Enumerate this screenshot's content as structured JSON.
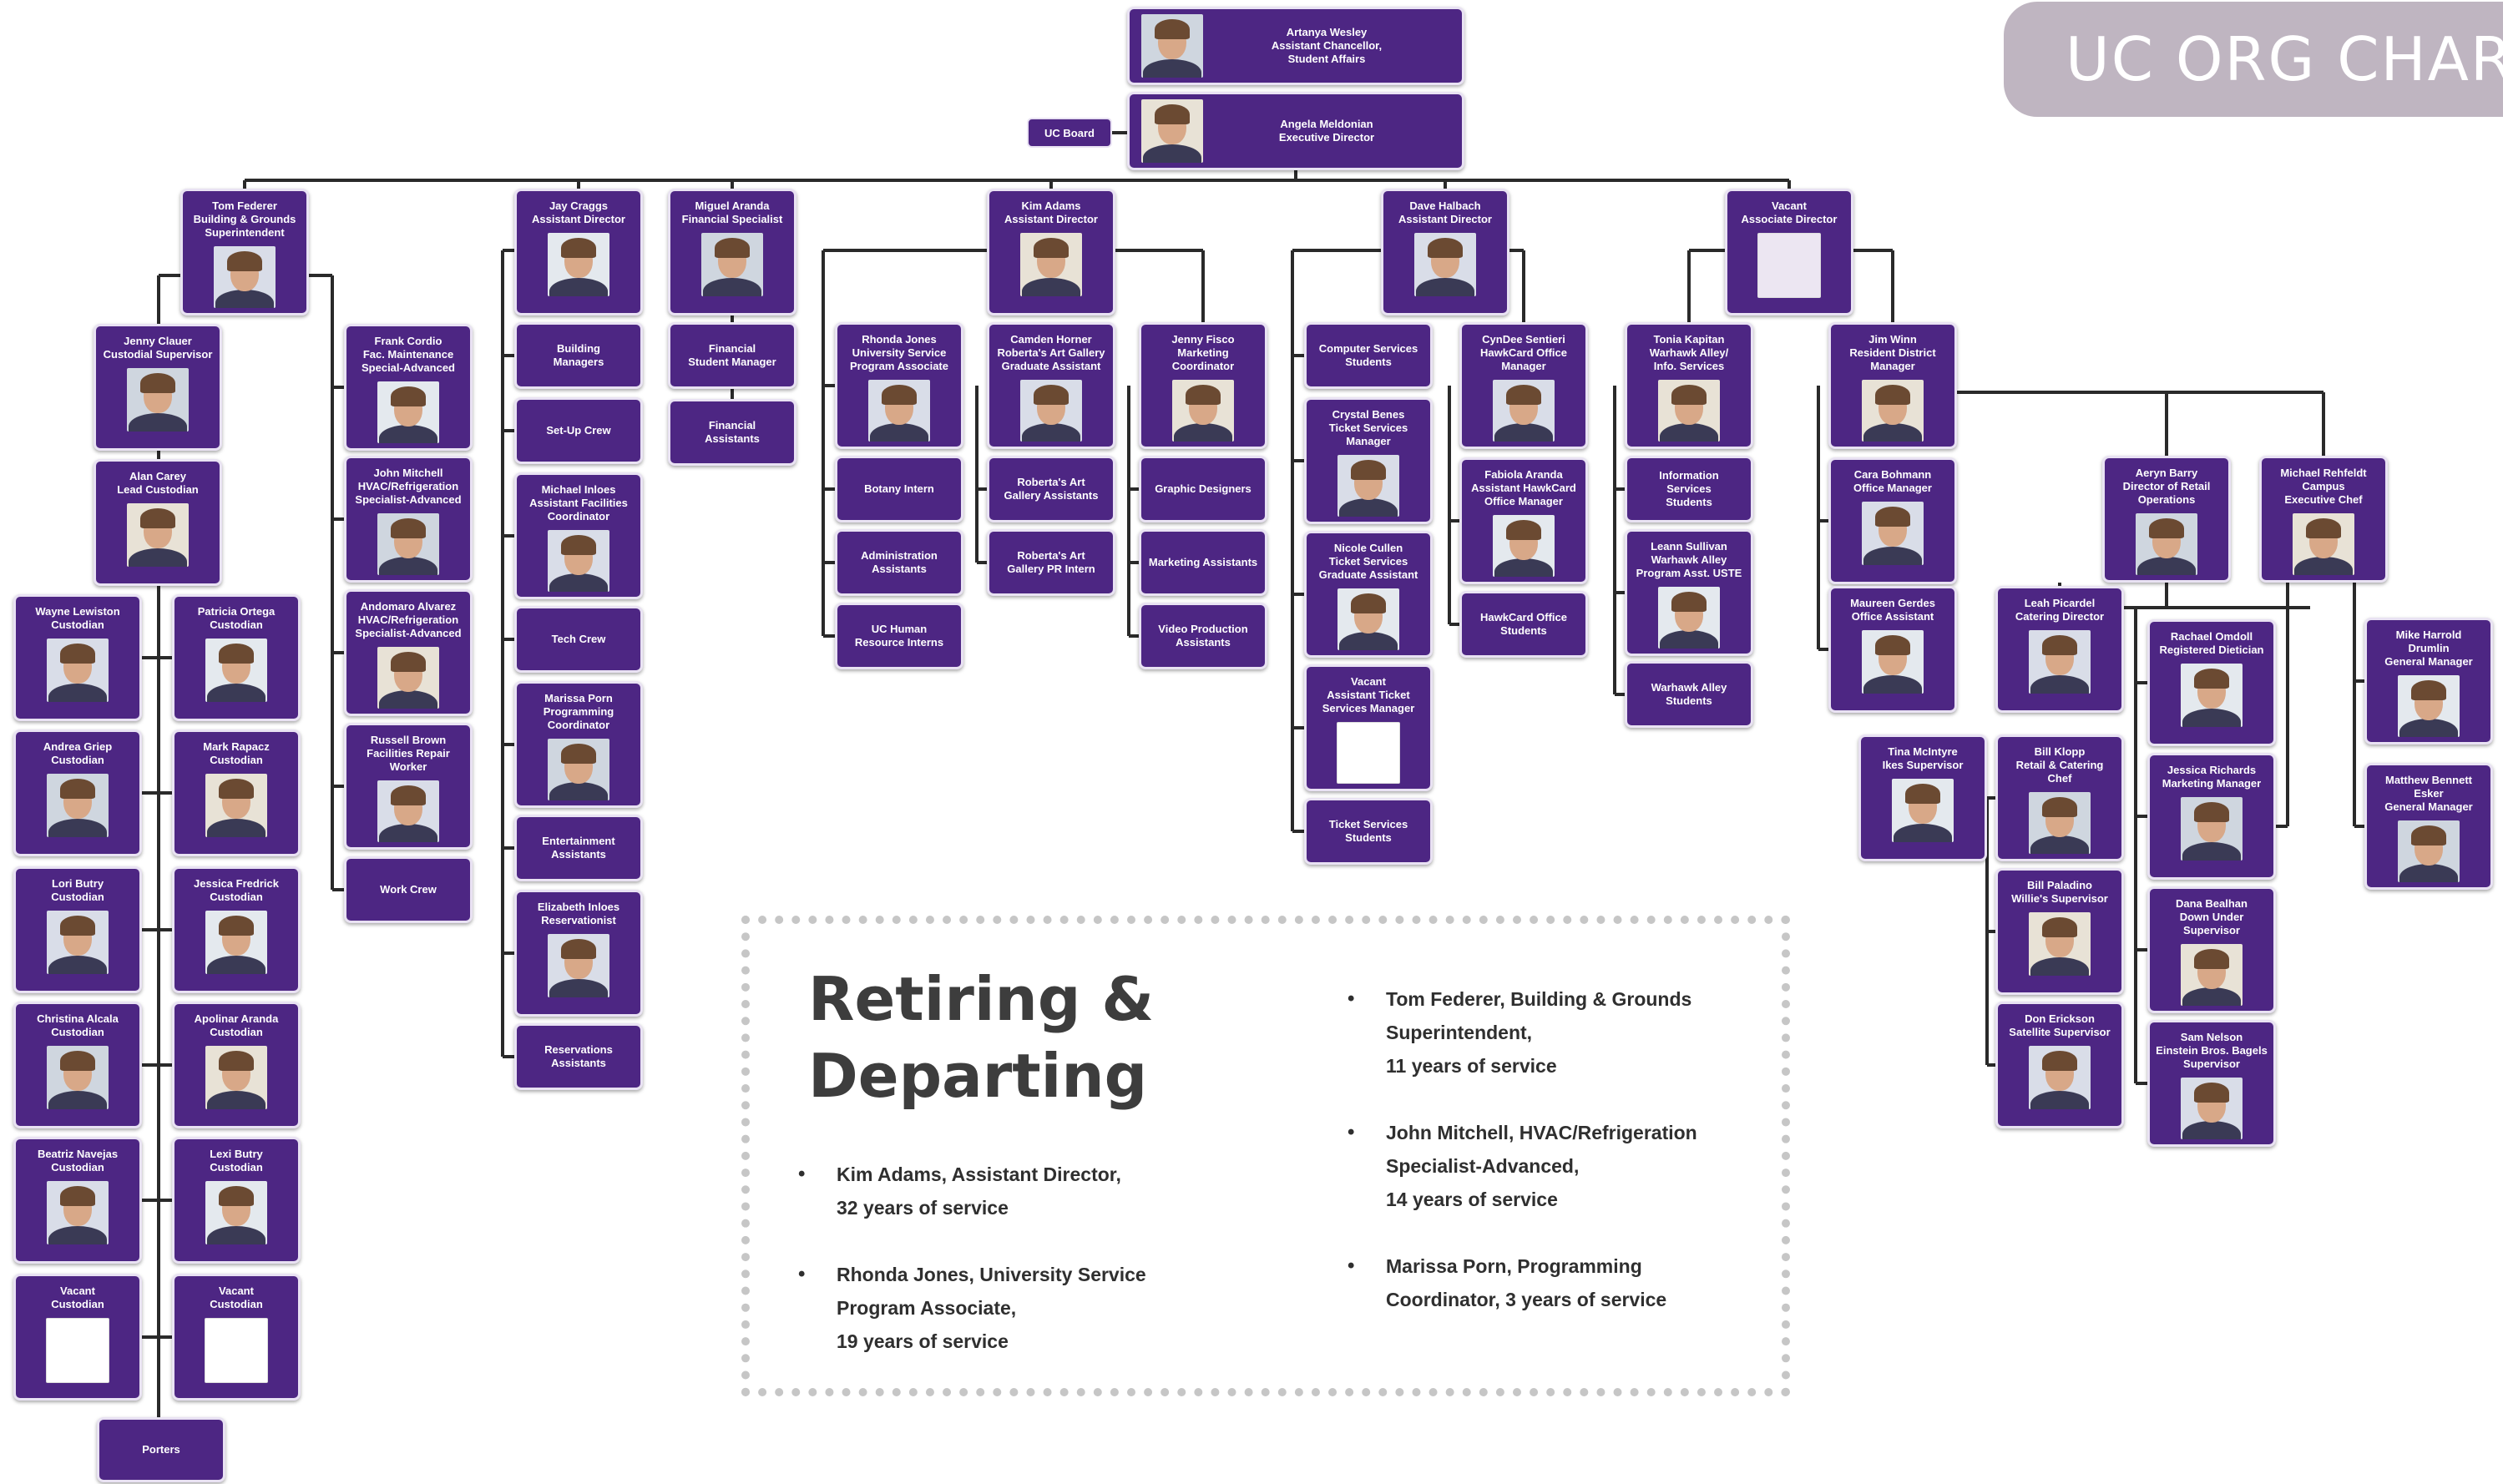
{
  "title": "UC ORG CHAR",
  "uc_board": "UC Board",
  "retiring": {
    "title": "Retiring &\nDeparting",
    "left_items": [
      "Kim Adams, Assistant Director,\n32 years of service",
      "Rhonda Jones, University Service\nProgram Associate,\n19 years of service"
    ],
    "right_items": [
      "Tom Federer, Building & Grounds\nSuperintendent,\n11 years of service",
      "John Mitchell, HVAC/Refrigeration\nSpecialist-Advanced,\n14 years of service",
      "Marissa Porn, Programming\nCoordinator, 3 years of service"
    ]
  },
  "boxes": [
    {
      "id": "artanya",
      "label": "Artanya Wesley\nAssistant Chancellor,\nStudent Affairs",
      "photo": "person"
    },
    {
      "id": "angela",
      "label": "Angela Meldonian\nExecutive Director",
      "photo": "person"
    },
    {
      "id": "tom",
      "label": "Tom Federer\nBuilding & Grounds\nSuperintendent",
      "photo": "person"
    },
    {
      "id": "jay",
      "label": "Jay Craggs\nAssistant Director",
      "photo": "person"
    },
    {
      "id": "miguel",
      "label": "Miguel Aranda\nFinancial Specialist",
      "photo": "person"
    },
    {
      "id": "kim",
      "label": "Kim Adams\nAssistant Director",
      "photo": "person"
    },
    {
      "id": "dave",
      "label": "Dave Halbach\nAssistant Director",
      "photo": "person"
    },
    {
      "id": "vacant-ad",
      "label": "Vacant\nAssociate Director",
      "photo": "vacant-lilac"
    },
    {
      "id": "jenny-c",
      "label": "Jenny Clauer\nCustodial Supervisor",
      "photo": "person"
    },
    {
      "id": "alan",
      "label": "Alan Carey\nLead Custodian",
      "photo": "person"
    },
    {
      "id": "wayne",
      "label": "Wayne Lewiston\nCustodian",
      "photo": "person"
    },
    {
      "id": "patricia",
      "label": "Patricia Ortega\nCustodian",
      "photo": "person"
    },
    {
      "id": "andrea",
      "label": "Andrea Griep\nCustodian",
      "photo": "person"
    },
    {
      "id": "mark",
      "label": "Mark Rapacz\nCustodian",
      "photo": "person"
    },
    {
      "id": "lori",
      "label": "Lori Butry\nCustodian",
      "photo": "person"
    },
    {
      "id": "jessica-f",
      "label": "Jessica Fredrick\nCustodian",
      "photo": "person"
    },
    {
      "id": "christina",
      "label": "Christina Alcala\nCustodian",
      "photo": "person"
    },
    {
      "id": "apolinar",
      "label": "Apolinar Aranda\nCustodian",
      "photo": "person"
    },
    {
      "id": "beatriz",
      "label": "Beatriz Navejas\nCustodian",
      "photo": "person"
    },
    {
      "id": "lexi",
      "label": "Lexi Butry\nCustodian",
      "photo": "person"
    },
    {
      "id": "vacant-c1",
      "label": "Vacant\nCustodian",
      "photo": "vacant"
    },
    {
      "id": "vacant-c2",
      "label": "Vacant\nCustodian",
      "photo": "vacant"
    },
    {
      "id": "porters",
      "label": "Porters",
      "photo": "none"
    },
    {
      "id": "frank",
      "label": "Frank Cordio\nFac. Maintenance\nSpecial-Advanced",
      "photo": "person"
    },
    {
      "id": "john-m",
      "label": "John Mitchell\nHVAC/Refrigeration\nSpecialist-Advanced",
      "photo": "person"
    },
    {
      "id": "andomaro",
      "label": "Andomaro Alvarez\nHVAC/Refrigeration\nSpecialist-Advanced",
      "photo": "person"
    },
    {
      "id": "russell",
      "label": "Russell Brown\nFacilities Repair\nWorker",
      "photo": "person"
    },
    {
      "id": "work-crew",
      "label": "Work Crew",
      "photo": "none"
    },
    {
      "id": "building-mgrs",
      "label": "Building\nManagers",
      "photo": "none"
    },
    {
      "id": "setup-crew",
      "label": "Set-Up Crew",
      "photo": "none"
    },
    {
      "id": "michael-i",
      "label": "Michael Inloes\nAssistant Facilities\nCoordinator",
      "photo": "person"
    },
    {
      "id": "tech-crew",
      "label": "Tech Crew",
      "photo": "none"
    },
    {
      "id": "marissa",
      "label": "Marissa Porn\nProgramming\nCoordinator",
      "photo": "person"
    },
    {
      "id": "ent-assist",
      "label": "Entertainment\nAssistants",
      "photo": "none"
    },
    {
      "id": "elizabeth",
      "label": "Elizabeth Inloes\nReservationist",
      "photo": "person"
    },
    {
      "id": "res-assist",
      "label": "Reservations\nAssistants",
      "photo": "none"
    },
    {
      "id": "fin-student-mgr",
      "label": "Financial\nStudent Manager",
      "photo": "none"
    },
    {
      "id": "fin-assist",
      "label": "Financial\nAssistants",
      "photo": "none"
    },
    {
      "id": "rhonda",
      "label": "Rhonda Jones\nUniversity Service\nProgram Associate",
      "photo": "person"
    },
    {
      "id": "botany",
      "label": "Botany Intern",
      "photo": "none"
    },
    {
      "id": "admin-assist",
      "label": "Administration\nAssistants",
      "photo": "none"
    },
    {
      "id": "uc-hr",
      "label": "UC Human\nResource Interns",
      "photo": "none"
    },
    {
      "id": "camden",
      "label": "Camden Horner\nRoberta's Art Gallery\nGraduate Assistant",
      "photo": "person"
    },
    {
      "id": "roberta-gallery",
      "label": "Roberta's Art\nGallery Assistants",
      "photo": "none"
    },
    {
      "id": "roberta-pr",
      "label": "Roberta's Art\nGallery PR Intern",
      "photo": "none"
    },
    {
      "id": "jenny-f",
      "label": "Jenny Fisco\nMarketing\nCoordinator",
      "photo": "person"
    },
    {
      "id": "graphic",
      "label": "Graphic Designers",
      "photo": "none"
    },
    {
      "id": "marketing-assist",
      "label": "Marketing Assistants",
      "photo": "none"
    },
    {
      "id": "video",
      "label": "Video Production\nAssistants",
      "photo": "none"
    },
    {
      "id": "computer-svc",
      "label": "Computer Services\nStudents",
      "photo": "none"
    },
    {
      "id": "crystal",
      "label": "Crystal Benes\nTicket Services\nManager",
      "photo": "person"
    },
    {
      "id": "nicole",
      "label": "Nicole Cullen\nTicket Services\nGraduate Assistant",
      "photo": "person"
    },
    {
      "id": "vacant-ticket",
      "label": "Vacant\nAssistant Ticket\nServices Manager",
      "photo": "vacant"
    },
    {
      "id": "ticket-students",
      "label": "Ticket Services\nStudents",
      "photo": "none"
    },
    {
      "id": "cyndee",
      "label": "CynDee Sentieri\nHawkCard Office\nManager",
      "photo": "person"
    },
    {
      "id": "fabiola",
      "label": "Fabiola Aranda\nAssistant HawkCard\nOffice Manager",
      "photo": "person"
    },
    {
      "id": "hawkcard-students",
      "label": "HawkCard Office\nStudents",
      "photo": "none"
    },
    {
      "id": "tonia",
      "label": "Tonia Kapitan\nWarhawk Alley/\nInfo. Services",
      "photo": "person"
    },
    {
      "id": "info-svc",
      "label": "Information\nServices\nStudents",
      "photo": "none"
    },
    {
      "id": "leann",
      "label": "Leann Sullivan\nWarhawk Alley\nProgram Asst. USTE",
      "photo": "person"
    },
    {
      "id": "warhawk-students",
      "label": "Warhawk Alley\nStudents",
      "photo": "none"
    },
    {
      "id": "jim",
      "label": "Jim Winn\nResident District\nManager",
      "photo": "person"
    },
    {
      "id": "cara",
      "label": "Cara Bohmann\nOffice Manager",
      "photo": "person"
    },
    {
      "id": "maureen",
      "label": "Maureen Gerdes\nOffice Assistant",
      "photo": "person"
    },
    {
      "id": "aeryn",
      "label": "Aeryn Barry\nDirector of Retail\nOperations",
      "photo": "person"
    },
    {
      "id": "michael-r",
      "label": "Michael Rehfeldt\nCampus\nExecutive Chef",
      "photo": "person"
    },
    {
      "id": "leah",
      "label": "Leah Picardel\nCatering Director",
      "photo": "person"
    },
    {
      "id": "tina",
      "label": "Tina McIntyre\nIkes Supervisor",
      "photo": "person"
    },
    {
      "id": "bill-k",
      "label": "Bill Klopp\nRetail & Catering\nChef",
      "photo": "person"
    },
    {
      "id": "bill-p",
      "label": "Bill Paladino\nWillie's Supervisor",
      "photo": "person"
    },
    {
      "id": "don",
      "label": "Don Erickson\nSatellite Supervisor",
      "photo": "person"
    },
    {
      "id": "rachael",
      "label": "Rachael Omdoll\nRegistered Dietician",
      "photo": "person"
    },
    {
      "id": "jessica-r",
      "label": "Jessica Richards\nMarketing Manager",
      "photo": "person"
    },
    {
      "id": "dana",
      "label": "Dana Bealhan\nDown Under\nSupervisor",
      "photo": "person"
    },
    {
      "id": "sam",
      "label": "Sam Nelson\nEinstein Bros. Bagels\nSupervisor",
      "photo": "person"
    },
    {
      "id": "mike-h",
      "label": "Mike Harrold\nDrumlin\nGeneral Manager",
      "photo": "person"
    },
    {
      "id": "matthew",
      "label": "Matthew Bennett\nEsker\nGeneral Manager",
      "photo": "person"
    }
  ],
  "colors": {
    "box": "#4d2683",
    "line": "#2a2a2a",
    "title_tab": "#bfb5c1"
  }
}
